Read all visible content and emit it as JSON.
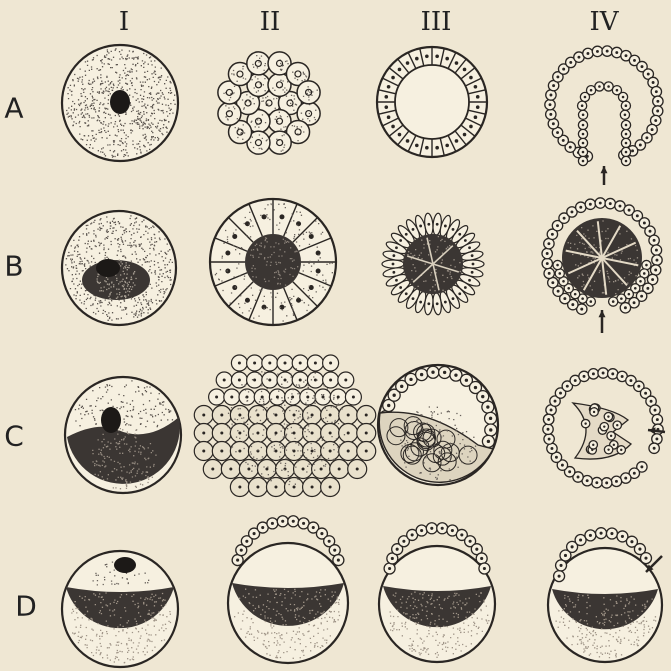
{
  "figure": {
    "column_labels": [
      "I",
      "II",
      "III",
      "IV"
    ],
    "row_labels": [
      "A",
      "B",
      "C",
      "D"
    ],
    "colors": {
      "paper": "#efe7d3",
      "ink": "#2a2623",
      "yolk": "#3b3633",
      "cell_fill": "#f6f0e0"
    }
  }
}
